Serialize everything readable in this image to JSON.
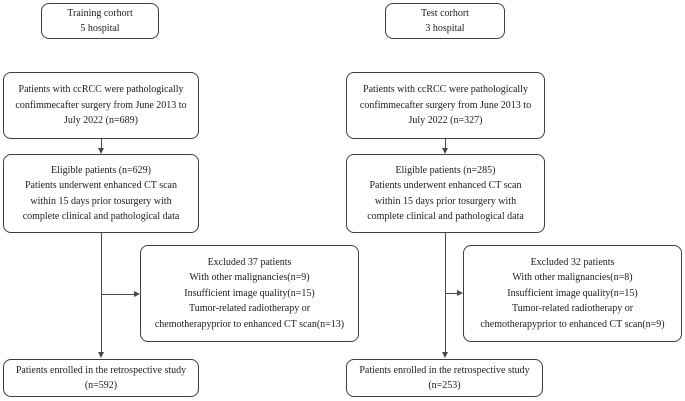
{
  "colors": {
    "border": "#3e3e3e",
    "arrow": "#4a4a4a",
    "background": "#ffffff",
    "text": "#1c1c1c"
  },
  "flowchart": {
    "columns": [
      {
        "id": "training",
        "cohort_box": "Training corhort\n5 hospital",
        "source_box": "Patients with ccRCC were pathologically\nconfimmecafter surgery from June 2013 to\nJuly 2022 (n=689)",
        "eligible_box": "Eligible patients (n=629)\nPatients underwent enhanced CT scan\nwithin 15 days prior tosurgery with\ncomplete clinical and pathological data",
        "excluded_box": "Excluded 37 patients\nWith other malignancies(n=9)\nInsufficient image quality(n=15)\nTumor-related radiotherapy or\nchemotherapyprior to enhanced CT scan(n=13)",
        "enrolled_box": "Patients enrolled in the retrospective study\n(n=592)"
      },
      {
        "id": "test",
        "cohort_box": "Test corhort\n3 hospital",
        "source_box": "Patients with ccRCC were pathologically\nconfimmecafter surgery from June 2013 to\nJuly 2022 (n=327)",
        "eligible_box": "Eligible patients (n=285)\nPatients underwent enhanced CT scan\nwithin 15 days prior tosurgery with\ncomplete clinical and pathological data",
        "excluded_box": "Excluded 32 patients\nWith other malignancies(n=8)\nInsufficient image quality(n=15)\nTumor-related radiotherapy or\nchemotherapyprior to enhanced CT scan(n=9)",
        "enrolled_box": "Patients enrolled in the retrospective study\n(n=253)"
      }
    ]
  }
}
